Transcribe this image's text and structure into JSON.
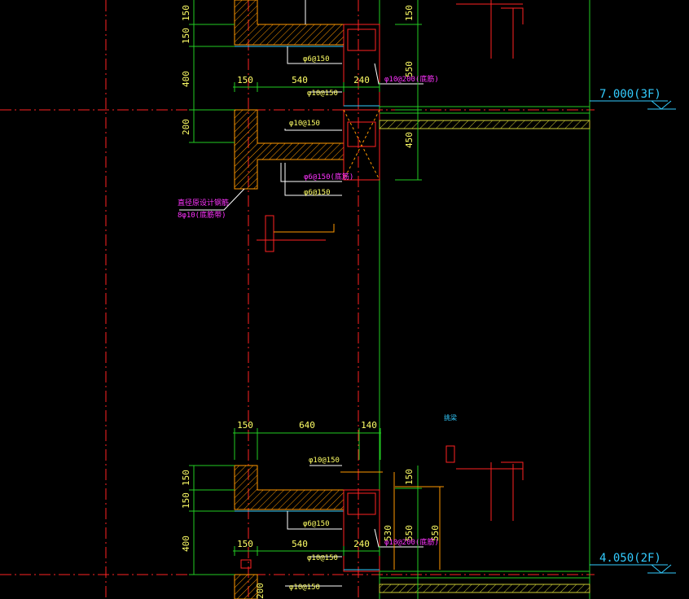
{
  "colors": {
    "background": "#000000",
    "dimension": "#22cc22",
    "axis": "#ff2222",
    "concrete": "#ff9900",
    "text": "#ffff66",
    "annotation": "#ff33ff",
    "level": "#33ccff",
    "slab": "#cccc33"
  },
  "levels": [
    {
      "label": "7.000(3F)"
    },
    {
      "label": "4.050(2F)"
    }
  ],
  "section_top": {
    "dims_vertical_left": [
      "150",
      "150",
      "400",
      "200"
    ],
    "dims_horizontal": [
      "150",
      "540",
      "240"
    ],
    "dims_vertical_right": [
      "150",
      "550",
      "450"
    ],
    "rebar": {
      "top_bar": "φ10@150",
      "tie_bottom": "φ6@150",
      "bar_right": "φ10@200(底筋)",
      "lower_top": "φ10@150",
      "lower_mid": "φ6@150(底筋)",
      "lower_bot": "φ6@150"
    },
    "note_line1": "直径原设计钢筋",
    "note_line2": "8φ10(底筋带)"
  },
  "section_bottom": {
    "dims_horizontal_top": [
      "150",
      "640",
      "140"
    ],
    "dims_vertical_left": [
      "150",
      "150",
      "400",
      "200"
    ],
    "dims_horizontal": [
      "150",
      "540",
      "240"
    ],
    "dims_vertical_right": [
      "150",
      "530",
      "550",
      "550"
    ],
    "rebar": {
      "top_bar": "φ10@150",
      "tie_bottom": "φ6@150",
      "bar_right": "φ10@200(底筋)",
      "lower_top": "φ10@150",
      "lower_mid": "φ10@150"
    },
    "tag": "挑梁"
  }
}
